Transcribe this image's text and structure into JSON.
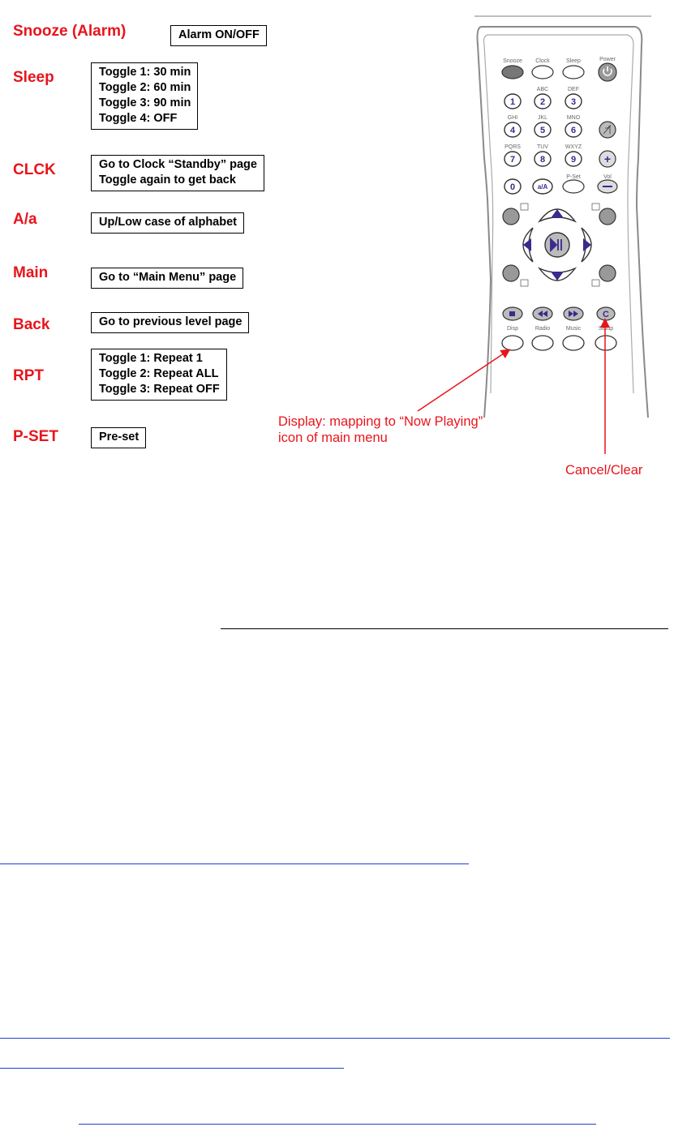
{
  "items": [
    {
      "label": "Snooze (Alarm)",
      "lines": [
        "Alarm ON/OFF"
      ]
    },
    {
      "label": "Sleep",
      "lines": [
        "Toggle 1: 30 min",
        "Toggle 2: 60 min",
        "Toggle 3: 90 min",
        "Toggle 4: OFF"
      ]
    },
    {
      "label": "CLCK",
      "lines": [
        "Go to Clock “Standby” page",
        "Toggle again to get back"
      ]
    },
    {
      "label": "A/a",
      "lines": [
        "Up/Low case of alphabet"
      ]
    },
    {
      "label": "Main",
      "lines": [
        "Go to “Main Menu” page"
      ]
    },
    {
      "label": "Back",
      "lines": [
        "Go to previous level page"
      ]
    },
    {
      "label": "RPT",
      "lines": [
        "Toggle 1: Repeat 1",
        "Toggle 2: Repeat ALL",
        "Toggle 3: Repeat OFF"
      ]
    },
    {
      "label": "P-SET",
      "lines": [
        "Pre-set"
      ]
    }
  ],
  "annotations": {
    "display_note_line1": "Display: mapping to “Now Playing”",
    "display_note_line2": "icon of main menu",
    "cancel_note": "Cancel/Clear"
  },
  "remote": {
    "top_labels": [
      "Snooze",
      "Clock",
      "Sleep",
      "Power"
    ],
    "keypad": [
      {
        "letters": "",
        "digit": "1"
      },
      {
        "letters": "ABC",
        "digit": "2"
      },
      {
        "letters": "DEF",
        "digit": "3"
      },
      {
        "letters": "GHI",
        "digit": "4"
      },
      {
        "letters": "JKL",
        "digit": "5"
      },
      {
        "letters": "MNO",
        "digit": "6"
      },
      {
        "letters": "PQRS",
        "digit": "7"
      },
      {
        "letters": "TUV",
        "digit": "8"
      },
      {
        "letters": "WXYZ",
        "digit": "9"
      }
    ],
    "row4": {
      "zero": "0",
      "case": "a/A",
      "pset_label": "P-Set",
      "vol_label": "Vol"
    },
    "bottom_labels": [
      "Disp",
      "Radio",
      "Music",
      "Setup"
    ],
    "cancel_key": "C"
  },
  "colors": {
    "label_red": "#e8141c",
    "link_blue": "#1f3fd6",
    "key_purple": "#3a2a8c"
  }
}
